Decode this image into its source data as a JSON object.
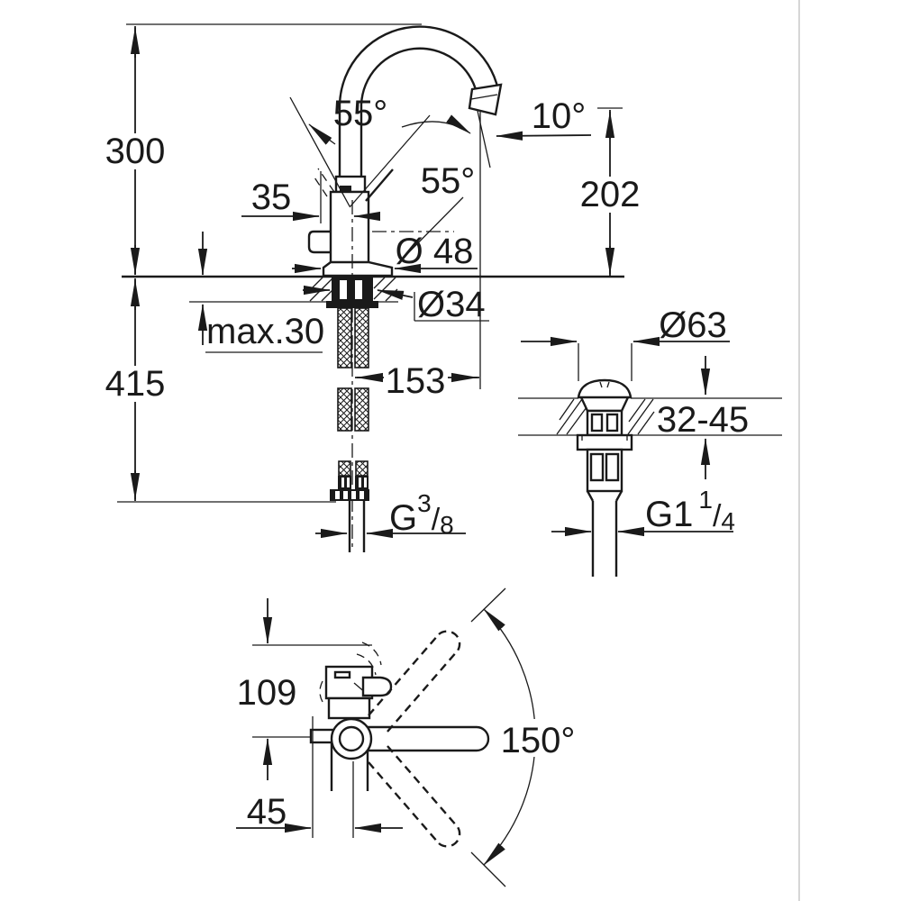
{
  "canvas": {
    "background": "#ffffff",
    "line_color": "#1a1a1a",
    "panel_divider_color": "#c8c8c8"
  },
  "side_view": {
    "overall_height": "300",
    "below_deck_depth": "415",
    "handle_angle_back": "55°",
    "handle_angle_front": "55°",
    "aerator_angle": "10°",
    "spout_outlet_height": "202",
    "handle_offset": "35",
    "body_diameter": "Ø 48",
    "mounting_hole_diameter": "Ø34",
    "max_deck_thickness": "max.30",
    "spout_reach": "153",
    "supply_connection": {
      "prefix": "G",
      "numerator": "3",
      "slash": "/",
      "denominator": "8"
    }
  },
  "waste_detail": {
    "flange_diameter": "Ø63",
    "deck_thickness_range": "32-45",
    "waste_connection": {
      "prefix": "G1",
      "numerator": "1",
      "slash": "/",
      "denominator": "4"
    }
  },
  "plan_view": {
    "body_depth": "109",
    "handle_rear_clearance": "45",
    "handle_swivel_angle": "150°"
  }
}
